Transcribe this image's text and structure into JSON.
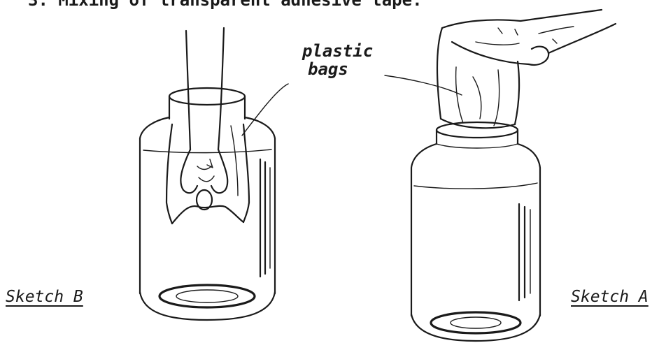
{
  "header_fragment": "3. Mixing of transparent adhesive tape.",
  "callout": {
    "line1": "plastic",
    "line2": "bags"
  },
  "sketches": [
    {
      "id": "B",
      "caption": "Sketch B",
      "subject": "hand-in-bag-inside-jar"
    },
    {
      "id": "A",
      "caption": "Sketch A",
      "subject": "hand-pressing-bag-over-jar-mouth"
    }
  ]
}
